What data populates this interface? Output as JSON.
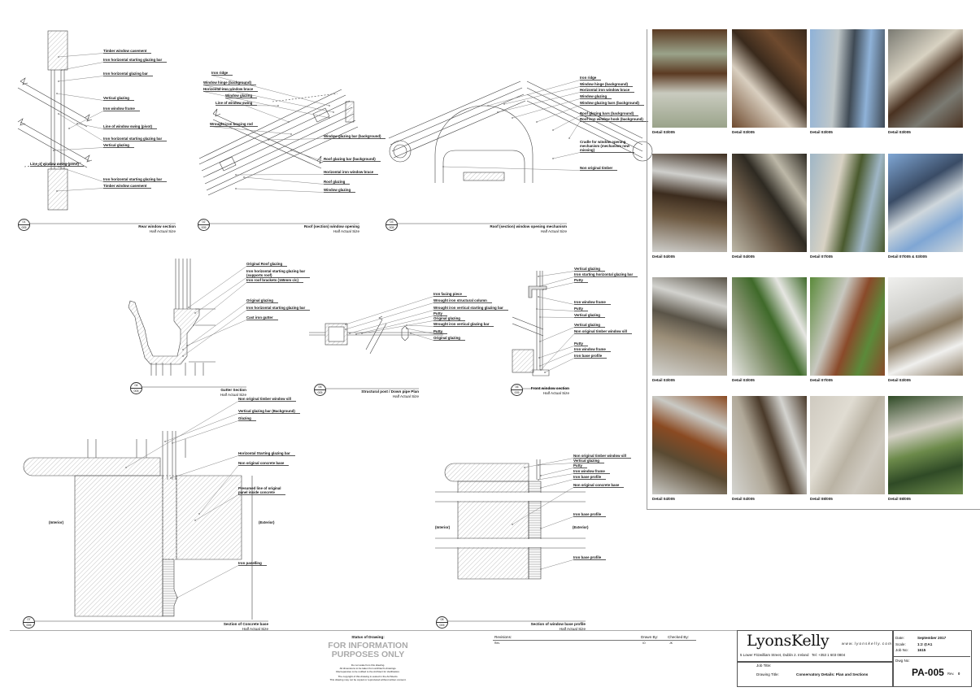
{
  "details": [
    {
      "num": "01",
      "sheet": "005",
      "title": "Rear window section",
      "scale": "Half Actual Size",
      "labels": [
        "Timber window casement",
        "Iron horizontal starting glazing bar",
        "Iron horizontal glazing bar",
        "Vertical glazing",
        "Iron window frame",
        "Line of window swing (pivot)",
        "Iron horizontal starting glazing bar",
        "Vertical glazing",
        "Line of window swing (pivot)",
        "Iron horizontal starting glazing bar",
        "Timber window casement"
      ]
    },
    {
      "num": "02",
      "sheet": "005",
      "title": "Roof (section) window opening",
      "scale": "Half Actual Size",
      "labels": [
        "Iron ridge",
        "Window hinge (background)",
        "Horizontal iron window brace",
        "Window glazing",
        "Line of window swing",
        "Wrought iron bracing rod",
        "Window glazing bar (background)",
        "Roof glazing bar (background)",
        "Horizontal iron window brace",
        "Roof glazing",
        "Window glazing"
      ]
    },
    {
      "num": "03",
      "sheet": "005",
      "title": "Roof (section) window opening mechanism",
      "scale": "Half Actual Size",
      "labels": [
        "Iron ridge",
        "Window hinge (background)",
        "Horizontal iron window brace",
        "Window glazing",
        "Window glazing bars (background)",
        "Roof glazing bars (background)",
        "Roof iron window hook (background)",
        "Cradle for window opening\nmechanism (mechanism now\nmissing)",
        "Non original timber"
      ]
    },
    {
      "num": "04",
      "sheet": "005",
      "title": "Gutter Section",
      "scale": "Half Actual Size",
      "labels": [
        "Original Roof glazing",
        "Iron horizontal starting glazing bar\n(supports roof)",
        "Iron roof brackets (165mm c/c)",
        "Original glazing",
        "Iron horizontal starting glazing bar",
        "Cast iron gutter"
      ]
    },
    {
      "num": "05",
      "sheet": "005",
      "title": "Structural post / Down pipe Plan",
      "scale": "Half Actual Size",
      "labels": [
        "Iron facing piece",
        "Wrought iron structural column",
        "Wrought iron vertical starting glazing bar",
        "Putty",
        "Original glazing",
        "Wrought iron vertical glazing bar",
        "Putty",
        "Original glazing"
      ]
    },
    {
      "num": "06",
      "sheet": "005",
      "title": "Front window section",
      "scale": "Half Actual Size",
      "labels": [
        "Vertical glazing",
        "Iron starting horizontal glazing bar",
        "Putty",
        "Iron window frame",
        "Putty",
        "Vertical glazing",
        "Vertical glazing",
        "Non original timber window sill",
        "Putty",
        "Iron window frame",
        "Iron base profile"
      ]
    },
    {
      "num": "07",
      "sheet": "005",
      "title": "Section of Concrete base",
      "scale": "Half Actual Size",
      "labels": [
        "Non original timber window sill",
        "Vertical glazing bar (Background)",
        "Glazing",
        "Horizontal Starting glazing bar",
        "Non original concrete base",
        "Presumed line of original\npanel inside concrete",
        "Iron panelling"
      ],
      "interior": "(Interior)",
      "exterior": "(Exterior)"
    },
    {
      "num": "08",
      "sheet": "005",
      "title": "Section of window base profile",
      "scale": "Half Actual Size",
      "labels": [
        "Non original timber window sill",
        "Vertical glazing",
        "Putty",
        "Iron window frame",
        "Iron base profile",
        "Non original concrete base",
        "Iron base profile",
        "Iron base profile"
      ],
      "interior": "(Interior)",
      "exterior": "(Exterior)"
    }
  ],
  "photos": [
    {
      "caption": "Detail 03/005",
      "colors": [
        "#9aa38a",
        "#5b3a22",
        "#c9cbbf"
      ]
    },
    {
      "caption": "Detail 03/005",
      "colors": [
        "#6e4a2e",
        "#3a2a1c",
        "#d9cfc0"
      ]
    },
    {
      "caption": "Detail 03/005",
      "colors": [
        "#8fb2d8",
        "#3f4a55",
        "#bfc7c9"
      ]
    },
    {
      "caption": "Detail 03/005",
      "colors": [
        "#7a7a72",
        "#4a3221",
        "#d8d2c2"
      ]
    },
    {
      "caption": "Detail 04/005",
      "colors": [
        "#cfcfcc",
        "#3c2c1e",
        "#6e5a42"
      ]
    },
    {
      "caption": "Detail 04/005",
      "colors": [
        "#bdb8a8",
        "#2e2a22",
        "#6a5a48"
      ]
    },
    {
      "caption": "Detail 07/005",
      "colors": [
        "#9fb6c6",
        "#4a5a2e",
        "#d8d2c4"
      ]
    },
    {
      "caption": "Detail 07/005 & 03/005",
      "colors": [
        "#7fa6d4",
        "#cfd7dc",
        "#3a4c66"
      ]
    },
    {
      "caption": "Detail 03/005",
      "colors": [
        "#d2d2ce",
        "#5a5448",
        "#9b8e78"
      ]
    },
    {
      "caption": "Detail 03/005",
      "colors": [
        "#e6e6e2",
        "#3f6a2a",
        "#7e8e68"
      ]
    },
    {
      "caption": "Detail 07/005",
      "colors": [
        "#5b8a3a",
        "#8a4a2a",
        "#c8c8c0"
      ]
    },
    {
      "caption": "Detail 03/005",
      "colors": [
        "#f0f0ee",
        "#8a7a62",
        "#cfcfcb"
      ]
    },
    {
      "caption": "Detail 04/005",
      "colors": [
        "#c9c9c4",
        "#8a4a22",
        "#5a4a32"
      ]
    },
    {
      "caption": "Detail 04/005",
      "colors": [
        "#d4d4d0",
        "#4a3a2a",
        "#b0a898"
      ]
    },
    {
      "caption": "Detail 08/005",
      "colors": [
        "#cfcac0",
        "#bab3a4",
        "#e0dcd2"
      ]
    },
    {
      "caption": "Detail 08/005",
      "colors": [
        "#2f4a26",
        "#6c8a4a",
        "#d4d0c6"
      ]
    }
  ],
  "title_block": {
    "status_heading": "Status of Drawing:",
    "status_stamp_line1": "FOR INFORMATION",
    "status_stamp_line2": "PURPOSES ONLY",
    "notes1": "Do not scale from this drawing.\nAll dimensions to be taken from architect's drawings.\nDiscrepancies to be notified to the Architect for clarification.",
    "notes2": "The copyright of this drawing is vested in the Architects.\nThis drawing may not be copied or reproduced without written consent.",
    "revisions_label": "Revisions:",
    "rev_col": "Rev.",
    "drawn_by_label": "Drawn By:",
    "drawn_by": "IO",
    "checked_by_label": "Checked By:",
    "checked_by": "JK",
    "logo": "LyonsKelly",
    "website": "www.lyonskelly.com",
    "address": "5 Lower Fitzwilliam Street, Dublin 2. Ireland   Tel: +353 1 603 0804",
    "job_title_label": "Job Title:",
    "job_title": "",
    "drawing_title_label": "Drawing Title:",
    "drawing_title": "Conservatory Details: Plan and Sections",
    "date_label": "Date:",
    "date": "September 2017",
    "scale_label": "Scale:",
    "scale": "1:2 @A1",
    "job_no_label": "Job No:",
    "job_no": "1615",
    "dwg_no_label": "Dwg No:",
    "dwg_no": "PA-005",
    "rev_label": "Rev.",
    "rev": "0"
  }
}
